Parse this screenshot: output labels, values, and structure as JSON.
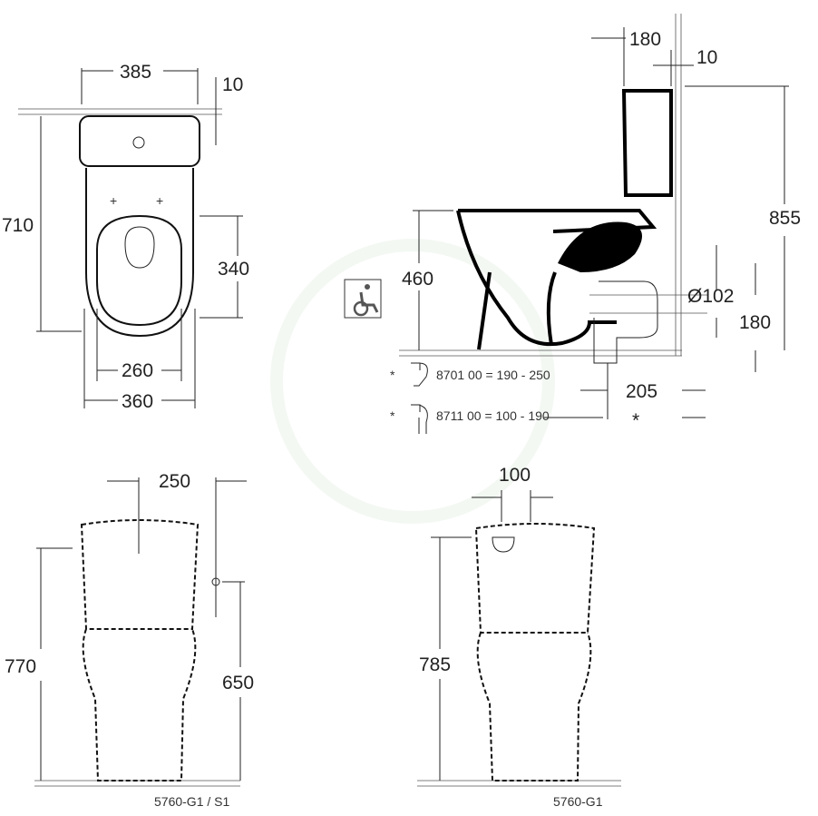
{
  "top_view": {
    "width_top": "385",
    "offset": "10",
    "length": "710",
    "seat_length": "340",
    "seat_width": "260",
    "width": "360"
  },
  "side_view": {
    "tank_depth": "180",
    "wall_gap": "10",
    "height_total": "855",
    "seat_height": "460",
    "outlet_diameter": "Ø102",
    "outlet_height": "180",
    "outlet_distance": "205",
    "asterisk": "*",
    "notes": [
      {
        "mark": "*",
        "text": "8701 00 = 190 - 250"
      },
      {
        "mark": "*",
        "text": "8711 00 = 100 - 190"
      }
    ]
  },
  "front_view_s1": {
    "inlet_offset": "250",
    "total_height": "770",
    "inlet_height": "650",
    "model": "5760-G1 / S1"
  },
  "front_view_g1": {
    "inlet_offset": "100",
    "total_height": "785",
    "model": "5760-G1"
  }
}
